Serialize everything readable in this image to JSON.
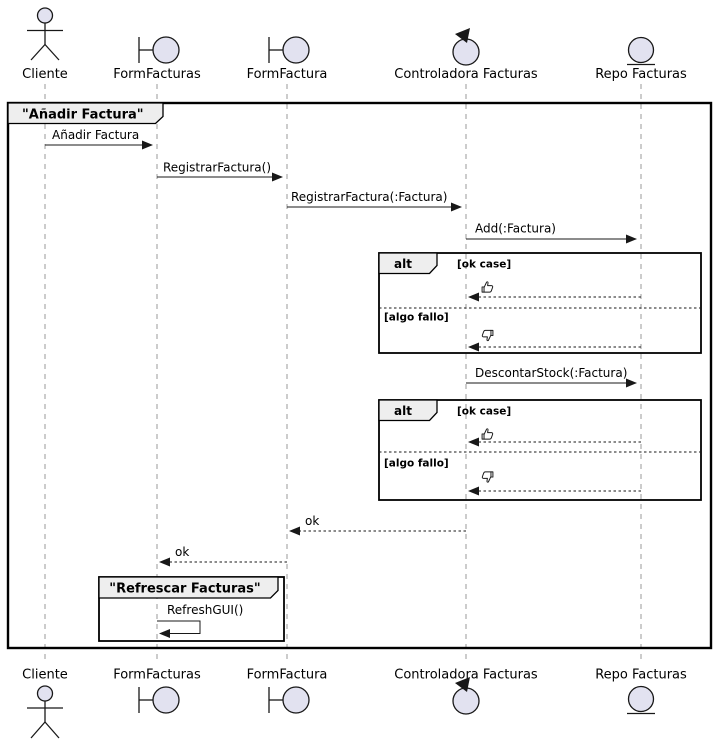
{
  "diagram": {
    "type": "uml-sequence-diagram",
    "colors": {
      "participant_fill": "#E2E2F0",
      "frame_tab_fill": "#EEEEEE",
      "line_color": "#181818",
      "lifeline_color": "#999999",
      "background": "#FFFFFF"
    },
    "participants": [
      {
        "name": "Cliente",
        "kind": "actor",
        "icon": "actor-icon"
      },
      {
        "name": "FormFacturas",
        "kind": "boundary",
        "icon": "boundary-icon"
      },
      {
        "name": "FormFactura",
        "kind": "boundary",
        "icon": "boundary-icon"
      },
      {
        "name": "Controladora Facturas",
        "kind": "control",
        "icon": "control-icon"
      },
      {
        "name": "Repo Facturas",
        "kind": "entity",
        "icon": "entity-icon"
      }
    ],
    "outer_frame": {
      "title": "\"Añadir Factura\""
    },
    "inner_frame": {
      "title": "\"Refrescar Facturas\""
    },
    "messages": [
      {
        "label": "Añadir Factura",
        "from": "Cliente",
        "to": "FormFacturas",
        "style": "sync"
      },
      {
        "label": "RegistrarFactura()",
        "from": "FormFacturas",
        "to": "FormFactura",
        "style": "sync"
      },
      {
        "label": "RegistrarFactura(:Factura)",
        "from": "FormFactura",
        "to": "Controladora Facturas",
        "style": "sync"
      },
      {
        "label": "Add(:Factura)",
        "from": "Controladora Facturas",
        "to": "Repo Facturas",
        "style": "sync"
      },
      {
        "label": "DescontarStock(:Factura)",
        "from": "Controladora Facturas",
        "to": "Repo Facturas",
        "style": "sync"
      },
      {
        "label": "ok",
        "from": "Controladora Facturas",
        "to": "FormFactura",
        "style": "return"
      },
      {
        "label": "ok",
        "from": "FormFactura",
        "to": "FormFacturas",
        "style": "return"
      },
      {
        "label": "RefreshGUI()",
        "from": "FormFacturas",
        "to": "FormFacturas",
        "style": "self"
      }
    ],
    "alt_blocks": [
      {
        "operator": "alt",
        "sections": [
          {
            "guard": "[ok case]",
            "icon": "thumbs-up",
            "reply_from": "Repo Facturas",
            "reply_to": "Controladora Facturas",
            "style": "return"
          },
          {
            "guard": "[algo fallo]",
            "icon": "thumbs-down",
            "reply_from": "Repo Facturas",
            "reply_to": "Controladora Facturas",
            "style": "return"
          }
        ]
      },
      {
        "operator": "alt",
        "sections": [
          {
            "guard": "[ok case]",
            "icon": "thumbs-up",
            "reply_from": "Repo Facturas",
            "reply_to": "Controladora Facturas",
            "style": "return"
          },
          {
            "guard": "[algo fallo]",
            "icon": "thumbs-down",
            "reply_from": "Repo Facturas",
            "reply_to": "Controladora Facturas",
            "style": "return"
          }
        ]
      }
    ]
  }
}
